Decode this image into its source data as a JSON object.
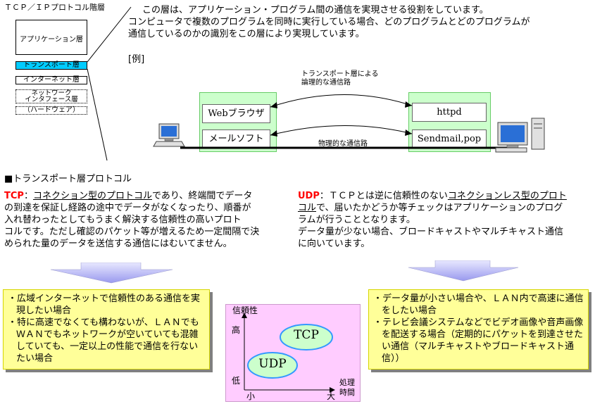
{
  "stack": {
    "title": "ＴＣＰ／ＩＰプロトコル階層",
    "layers": [
      "アプリケーション層",
      "トランスポート層",
      "インターネット層",
      "ネットワーク",
      "インタフェース層",
      "（ハードウェア）"
    ],
    "highlight_color": "#00ccff"
  },
  "intro": {
    "line1": "この層は、アプリケーション・プログラム間の通信を実現させる役割をしています。",
    "line2": "コンピュータで複数のプログラムを同時に実行している場合、どのプログラムとどのプログラムが",
    "line3": "通信しているのかの識別をこの層により実現しています。",
    "example_label": "[例]"
  },
  "network": {
    "logical_label_1": "トランスポート層による",
    "logical_label_2": "論理的な通信路",
    "physical_label": "物理的な通信路",
    "client_apps": [
      "Webブラウザ",
      "メールソフト"
    ],
    "server_apps": [
      "httpd",
      "Sendmail,pop"
    ]
  },
  "section": {
    "title": "■トランスポート層プロトコル"
  },
  "tcp": {
    "label": "TCP",
    "colon": "：",
    "link": "コネクション型のプロトコル",
    "l1_rest": "であり、終端間でデータ",
    "line2": "の到達を保証し経路の途中でデータがなくなったり、順番が",
    "line3": "入れ替わったとしてもうまく解決する信頼性の高いプロト",
    "line4": "コルです。ただし確認のパケット等が増えるため一定間隔で決",
    "line5": "められた量のデータを送信する通信にはむいてません。",
    "uses": [
      "・広域インターネットで信頼性のある通信を実現したい場合",
      "・特に高速でなくても構わないが、ＬＡＮでもＷＡＮでもネットワークが空いていても混雑していても、一定以上の性能で通信を行ないたい場合"
    ]
  },
  "udp": {
    "label": "UDP",
    "colon": "：",
    "l1_pre": "ＴＣＰとは逆に信頼性のない",
    "link1": "コネクションレス型のプロト",
    "link2": "コル",
    "l2_rest": "で、届いたかどうか等チェックはアプリケーションのプログ",
    "line3": "ラムが行うこととなります。",
    "line4": "データ量が少ない場合、ブロードキャストやマルチキャスト通信",
    "line5": "に向いています。",
    "uses": [
      "・データ量が小さい場合や、ＬＡＮ内で高速に通信をしたい場合",
      "・テレビ会議システムなどでビデオ画像や音声画像を配送する場合（定期的にパケットを到達させたい通信（マルチキャストやブロードキャスト通信））"
    ]
  },
  "comparison": {
    "y_title": "信頼性",
    "y_high": "高",
    "y_low": "低",
    "x_small": "小",
    "x_large": "大",
    "x_title_1": "処理",
    "x_title_2": "時間",
    "tcp": "TCP",
    "udp": "UDP"
  }
}
